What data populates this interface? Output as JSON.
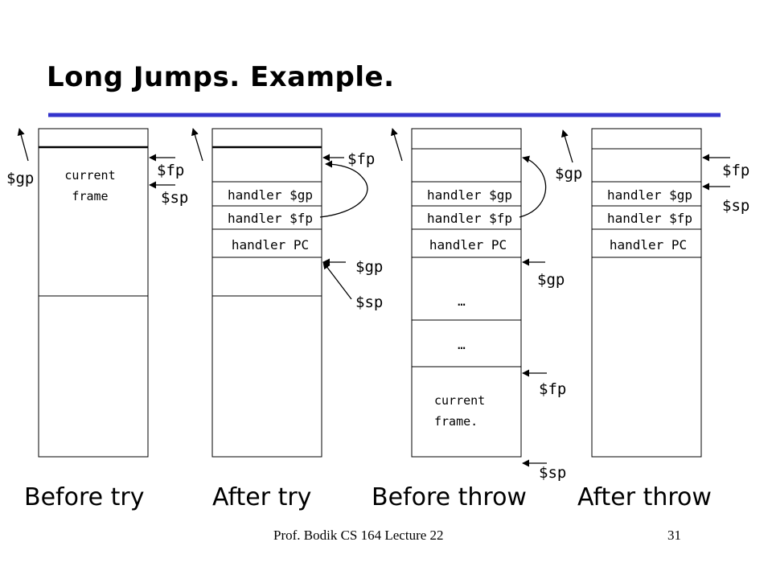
{
  "title": "Long Jumps. Example.",
  "columns": {
    "before_try": {
      "caption": "Before try",
      "cells": {
        "current_frame_line1": "current",
        "current_frame_line2": "frame"
      },
      "pointers": {
        "gp": "$gp",
        "fp": "$fp",
        "sp": "$sp"
      }
    },
    "after_try": {
      "caption": "After try",
      "cells": {
        "handler_gp": "handler $gp",
        "handler_fp": "handler $fp",
        "handler_pc": "handler PC"
      },
      "pointers": {
        "fp": "$fp",
        "gp": "$gp",
        "sp": "$sp"
      }
    },
    "before_throw": {
      "caption": "Before throw",
      "cells": {
        "handler_gp": "handler $gp",
        "handler_fp": "handler $fp",
        "handler_pc": "handler PC",
        "ellipsis_1": "…",
        "ellipsis_2": "…",
        "current_frame_line1": "current",
        "current_frame_line2": "frame."
      },
      "pointers": {
        "gp_top": "$gp",
        "gp": "$gp",
        "fp": "$fp",
        "sp": "$sp"
      }
    },
    "after_throw": {
      "caption": "After throw",
      "cells": {
        "handler_gp": "handler $gp",
        "handler_fp": "handler $fp",
        "handler_pc": "handler PC"
      },
      "pointers": {
        "fp": "$fp",
        "sp": "$sp"
      }
    }
  },
  "footer": {
    "left": "Prof. Bodik  CS 164  Lecture 22",
    "page_number": "31"
  },
  "colors": {
    "rule": "#3333cc",
    "ink": "#000000"
  }
}
